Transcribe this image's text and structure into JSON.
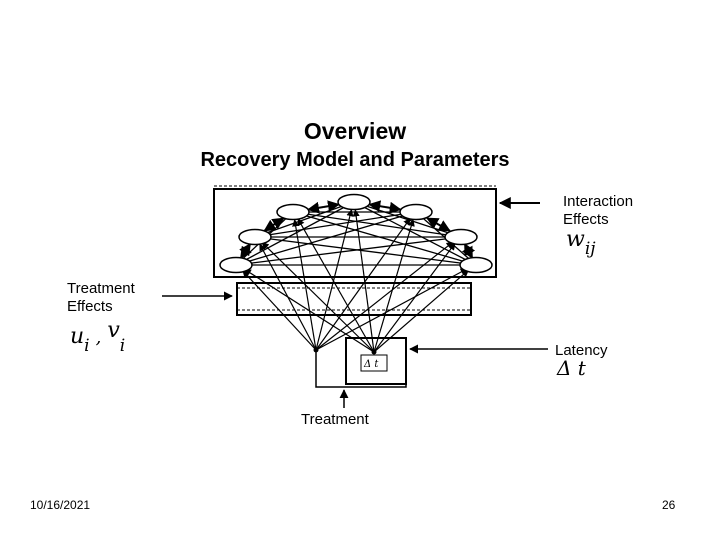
{
  "slide": {
    "title": "Overview",
    "subtitle": "Recovery Model and Parameters",
    "footer_date": "10/16/2021",
    "page_number": "26"
  },
  "labels": {
    "interaction_line1": "Interaction",
    "interaction_line2": "Effects",
    "interaction_symbol_base": "w",
    "interaction_symbol_sub": "ij",
    "treatment_effects_line1": "Treatment",
    "treatment_effects_line2": "Effects",
    "treatment_effects_u": "u",
    "treatment_effects_u_sub": "i",
    "treatment_effects_sep": ",",
    "treatment_effects_v": "v",
    "treatment_effects_v_sub": "i",
    "latency": "Latency",
    "latency_symbol": "Δ t",
    "delay_box_symbol": "Δ t",
    "treatment": "Treatment"
  }
}
